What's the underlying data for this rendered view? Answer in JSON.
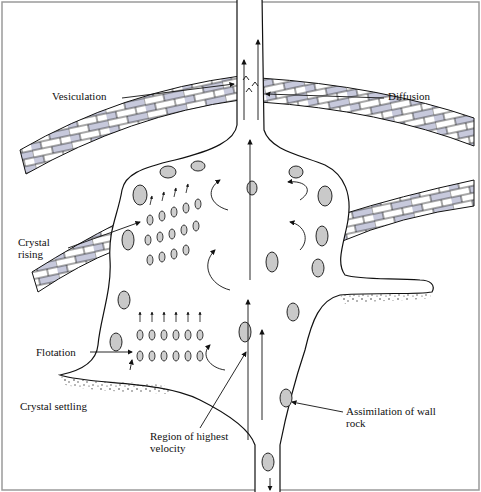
{
  "diagram": {
    "labels": [
      "Vesiculation",
      "Diffusion",
      "Crystal rising",
      "Flotation",
      "Crystal settling",
      "Region of highest velocity",
      "Assimilation of wall rock"
    ]
  }
}
